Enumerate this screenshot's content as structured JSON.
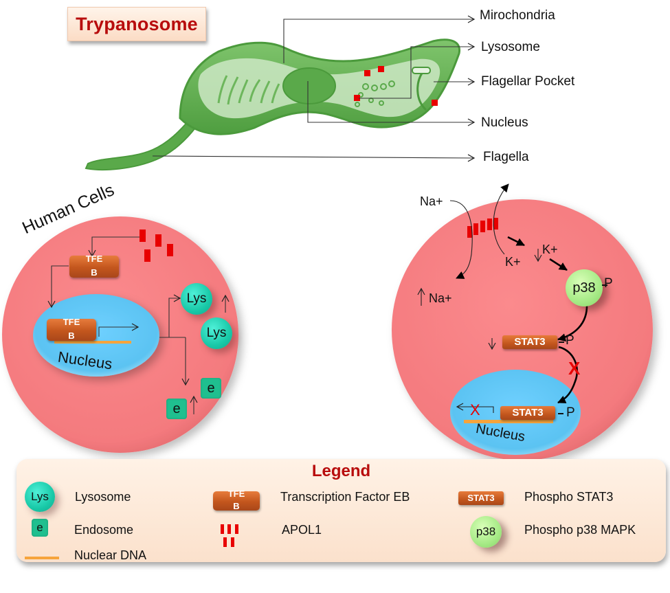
{
  "title": "Trypanosome",
  "trypanosome": {
    "labels": {
      "mitochondria": "Mirochondria",
      "lysosome": "Lysosome",
      "flagellar_pocket": "Flagellar Pocket",
      "nucleus": "Nucleus",
      "flagella": "Flagella"
    }
  },
  "left_cell": {
    "heading": "Human Cells",
    "tfeb_cytoplasm": {
      "line1": "TFE",
      "line2": "B"
    },
    "tfeb_nucleus": {
      "line1": "TFE",
      "line2": "B"
    },
    "nucleus_label": "Nucleus",
    "lysosomes": [
      "Lys",
      "Lys"
    ],
    "endosomes": [
      "e",
      "e"
    ]
  },
  "right_cell": {
    "na_out": "Na+",
    "k_in": "K+",
    "k_down": "K+",
    "na_up": "Na+",
    "p38": "p38",
    "phospho1": "P",
    "stat3_cyto": "STAT3",
    "phospho2": "P",
    "inhibit_mark": "X",
    "stat3_nucleus": "STAT3",
    "phospho3": "P",
    "transcription_block": "X",
    "nucleus_label": "Nucleus"
  },
  "legend": {
    "title": "Legend",
    "items": [
      {
        "symbol": "Lys",
        "label": "Lysosome"
      },
      {
        "symbol": "e",
        "label": "Endosome"
      },
      {
        "symbol": "",
        "label": "Nuclear DNA"
      },
      {
        "symbol_line1": "TFE",
        "symbol_line2": "B",
        "label": "Transcription Factor EB"
      },
      {
        "symbol": "",
        "label": "APOL1"
      },
      {
        "symbol": "STAT3",
        "label": "Phospho STAT3"
      },
      {
        "symbol": "p38",
        "label": "Phospho p38 MAPK"
      }
    ]
  },
  "colors": {
    "cell": "#f77f83",
    "nucleus": "#63c7f5",
    "apol1": "#e80000",
    "title_red": "#b80d0d",
    "trypanosome_green": "#5aa94a"
  }
}
